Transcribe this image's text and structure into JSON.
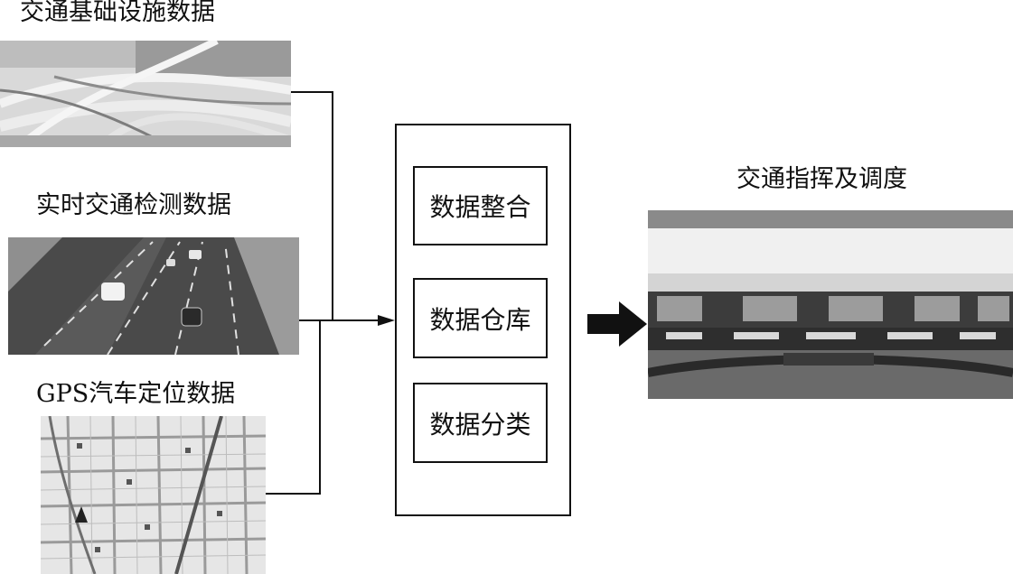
{
  "sources": [
    {
      "id": "infrastructure",
      "label": "交通基础设施数据",
      "icon": "highway-interchange-photo"
    },
    {
      "id": "realtime",
      "label": "实时交通检测数据",
      "icon": "road-traffic-photo"
    },
    {
      "id": "gps",
      "label": "GPS汽车定位数据",
      "icon": "city-map-photo"
    }
  ],
  "process": {
    "steps": [
      "数据整合",
      "数据仓库",
      "数据分类"
    ]
  },
  "output": {
    "label": "交通指挥及调度",
    "icon": "control-center-photo"
  },
  "colors": {
    "line": "#111111",
    "background": "#ffffff"
  }
}
